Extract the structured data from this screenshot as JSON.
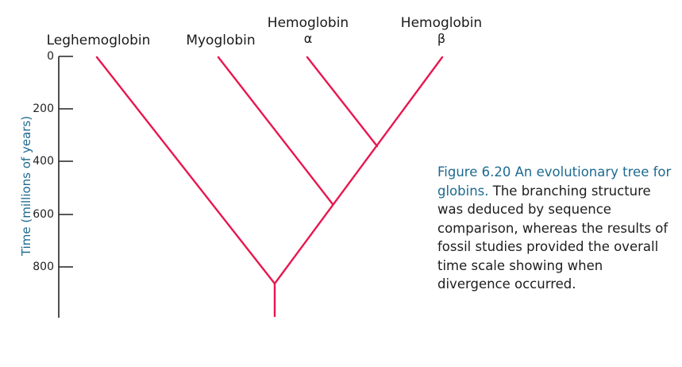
{
  "figure": {
    "leaves": [
      {
        "id": "leghemoglobin",
        "line1": "Leghemoglobin",
        "line2": ""
      },
      {
        "id": "myoglobin",
        "line1": "Myoglobin",
        "line2": ""
      },
      {
        "id": "hemoglobin-alpha",
        "line1": "Hemoglobin",
        "line2": "α"
      },
      {
        "id": "hemoglobin-beta",
        "line1": "Hemoglobin",
        "line2": "β"
      }
    ],
    "axis": {
      "label": "Time (millions of years)",
      "ticks": [
        "0",
        "200",
        "400",
        "600",
        "800"
      ]
    },
    "divergence_times_myr": {
      "leghemoglobin_split": 880,
      "myoglobin_split": 570,
      "alpha_beta_split": 340
    },
    "colors": {
      "branch": "#e8174f",
      "axis": "#222222",
      "caption_title": "#1d6a90",
      "axis_label": "#1d6a90"
    },
    "caption": {
      "title": "Figure 6.20  An evolutionary tree for globins.",
      "body": "The branching structure was deduced by sequence comparison, whereas the results of fossil studies provided the overall time scale showing when divergence occurred."
    }
  }
}
